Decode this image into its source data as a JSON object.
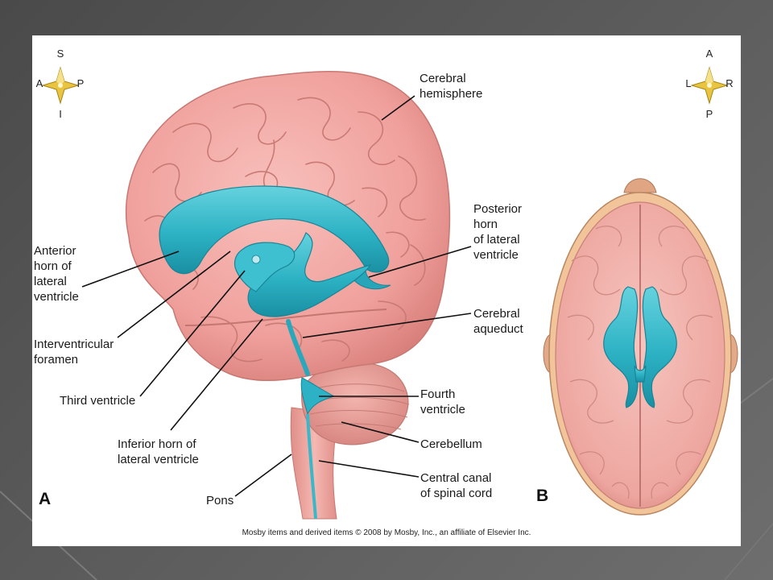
{
  "panel_a": {
    "letter": "A",
    "compass": {
      "top": "S",
      "left": "A",
      "right": "P",
      "bottom": "I"
    },
    "labels": {
      "cerebral_hemisphere": "Cerebral\nhemisphere",
      "anterior_horn": "Anterior\nhorn of\nlateral\nventricle",
      "interventricular_foramen": "Interventricular\nforamen",
      "third_ventricle": "Third ventricle",
      "inferior_horn": "Inferior horn of\nlateral ventricle",
      "pons": "Pons",
      "posterior_horn": "Posterior\nhorn\nof lateral\nventricle",
      "cerebral_aqueduct": "Cerebral\naqueduct",
      "fourth_ventricle": "Fourth\nventricle",
      "cerebellum": "Cerebellum",
      "central_canal": "Central canal\nof spinal cord"
    }
  },
  "panel_b": {
    "letter": "B",
    "compass": {
      "top": "A",
      "left": "L",
      "right": "R",
      "bottom": "P"
    }
  },
  "copyright": "Mosby items and derived items © 2008 by Mosby, Inc., an affiliate of Elsevier Inc.",
  "colors": {
    "slide_background": "#555555",
    "brain": "#f2a1a0",
    "ventricle": "#2fb4c6",
    "compass": "#e8c440"
  }
}
